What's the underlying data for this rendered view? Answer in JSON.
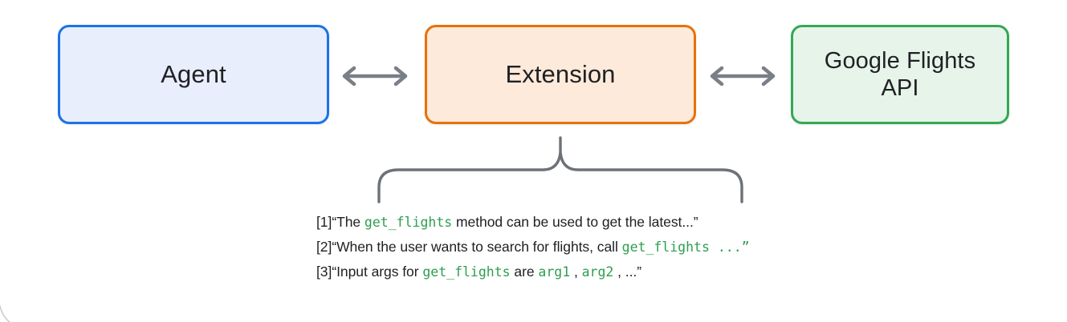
{
  "diagram": {
    "title": "Agent / Extension / API interaction diagram",
    "nodes": [
      {
        "id": "agent",
        "label": "Agent",
        "border_color": "#1a73e8",
        "fill_color": "#e9eefc"
      },
      {
        "id": "extension",
        "label": "Extension",
        "border_color": "#e8710a",
        "fill_color": "#fdeada"
      },
      {
        "id": "api",
        "label": "Google Flights\nAPI",
        "border_color": "#34a853",
        "fill_color": "#e6f4ea"
      }
    ],
    "connectors": [
      {
        "id": "agent-extension",
        "type": "double-arrow",
        "color": "#7a7f87",
        "from": "agent",
        "to": "extension"
      },
      {
        "id": "extension-api",
        "type": "double-arrow",
        "color": "#7a7f87",
        "from": "extension",
        "to": "api"
      }
    ],
    "brace": {
      "color": "#6d7278",
      "source_node": "extension",
      "describes": "annotations"
    },
    "annotations": [
      {
        "index": "[1]",
        "parts": [
          {
            "text": "“The ",
            "code": false
          },
          {
            "text": "get_flights",
            "code": true
          },
          {
            "text": " method can be used to get the latest...”",
            "code": false
          }
        ]
      },
      {
        "index": "[2]",
        "parts": [
          {
            "text": "“When the user wants to search for flights, call ",
            "code": false
          },
          {
            "text": "get_flights",
            "code": true
          },
          {
            "text": " ...”",
            "code": false
          }
        ]
      },
      {
        "index": "[3]",
        "parts": [
          {
            "text": "“Input args for ",
            "code": false
          },
          {
            "text": "get_flights",
            "code": true
          },
          {
            "text": " are ",
            "code": false
          },
          {
            "text": "arg1",
            "code": true
          },
          {
            "text": " , ",
            "code": false
          },
          {
            "text": "arg2",
            "code": true
          },
          {
            "text": " , ...”",
            "code": false
          }
        ]
      }
    ],
    "colors": {
      "code_text": "#2e9e4f",
      "body_text": "#202124",
      "connector_gray": "#7a7f87",
      "background": "#ffffff"
    }
  }
}
